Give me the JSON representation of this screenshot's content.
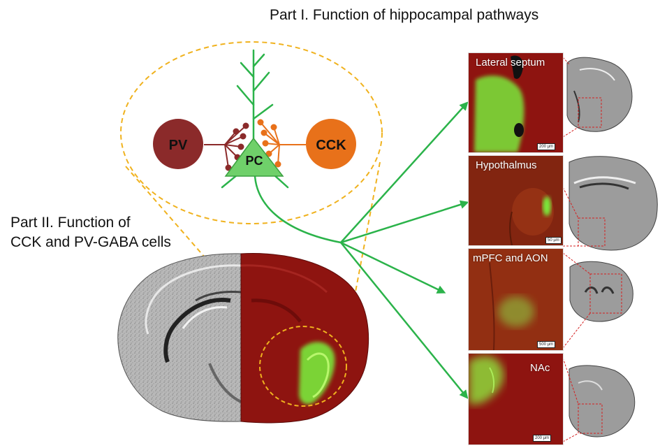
{
  "titles": {
    "part1": "Part I. Function of hippocampal pathways",
    "part2_line1": "Part II. Function of",
    "part2_line2": "CCK and PV-GABA cells"
  },
  "cells": {
    "pv": "PV",
    "pc": "PC",
    "cck": "CCK"
  },
  "panels": [
    {
      "label": "Lateral septum",
      "scale": "200 µm"
    },
    {
      "label": "Hypothalmus",
      "scale": "50 µm"
    },
    {
      "label": "mPFC and AON",
      "scale": "500 µm"
    },
    {
      "label": "NAc",
      "scale": "200 µm"
    }
  ],
  "colors": {
    "pv": "#8b2a2a",
    "pc": "#6fd06a",
    "cck": "#e8711a",
    "arrow": "#2bb34a",
    "dashed_ellipse": "#f0b21e",
    "inset_box": "#d42020",
    "fluor_red": "#8e1410",
    "fluor_green": "#7ae83a"
  }
}
